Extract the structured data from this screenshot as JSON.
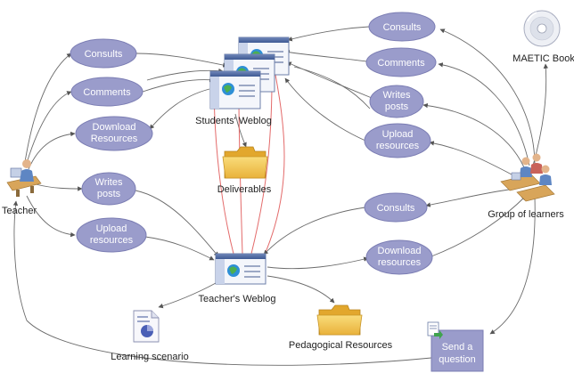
{
  "nodes": {
    "consults_left": "Consults",
    "comments_left": "Comments",
    "download_left_1": "Download",
    "download_left_2": "Resources",
    "writes_left_1": "Writes",
    "writes_left_2": "posts",
    "upload_left_1": "Upload",
    "upload_left_2": "resources",
    "consults_right_top": "Consults",
    "comments_right": "Comments",
    "writes_right_1": "Writes",
    "writes_right_2": "posts",
    "upload_right_1": "Upload",
    "upload_right_2": "resources",
    "consults_right_low": "Consults",
    "download_right_1": "Download",
    "download_right_2": "resources"
  },
  "labels": {
    "teacher": "Teacher",
    "students_weblog": "Students' Weblog",
    "deliverables": "Deliverables",
    "teachers_weblog": "Teacher's Weblog",
    "learning_scenario": "Learning scenario",
    "pedagogical_resources": "Pedagogical Resources",
    "group_of_learners": "Group of learners",
    "maetic_book": "MAETIC Book",
    "send_question_1": "Send a",
    "send_question_2": "question"
  }
}
